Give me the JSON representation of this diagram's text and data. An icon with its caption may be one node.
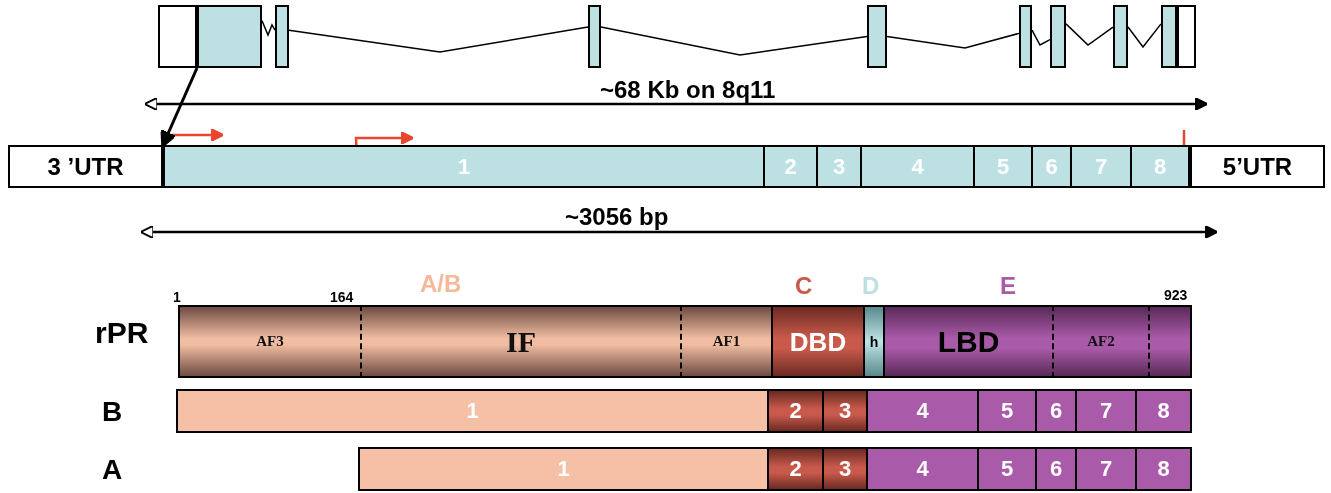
{
  "diagram": {
    "nodes": [
      {
        "text": [],
        "shape": "box"
      },
      {
        "text": [],
        "shape": "box"
      },
      {
        "text": [],
        "shape": "box"
      },
      {
        "text": [],
        "shape": "box"
      },
      {
        "text": [],
        "shape": "box"
      },
      {
        "text": [],
        "shape": "box"
      },
      {
        "text": [],
        "shape": "box"
      },
      {
        "text": [],
        "shape": "box"
      },
      {
        "text": [],
        "shape": "box"
      },
      {
        "text": [],
        "shape": "box"
      },
      {
        "text": [
          "3 ’UTR"
        ]
      },
      {
        "text": [
          "1"
        ]
      },
      {
        "text": [
          "2"
        ]
      },
      {
        "text": [
          "3"
        ]
      },
      {
        "text": [
          "4"
        ]
      },
      {
        "text": [
          "5"
        ]
      },
      {
        "text": [
          "6"
        ]
      },
      {
        "text": [
          "7"
        ]
      },
      {
        "text": [
          "8"
        ]
      },
      {
        "text": [
          "5’UTR"
        ]
      },
      {
        "text": [
          "AF3"
        ]
      },
      {
        "text": [
          "IF"
        ]
      },
      {
        "text": [
          "AF1"
        ]
      },
      {
        "text": [
          "DBD"
        ]
      },
      {
        "text": [
          "h"
        ]
      },
      {
        "text": [
          "LBD"
        ]
      },
      {
        "text": [
          "AF2"
        ]
      },
      {
        "text": [],
        "shape": "box"
      },
      {
        "text": [
          "1"
        ]
      },
      {
        "text": [
          "2"
        ]
      },
      {
        "text": [
          "3"
        ]
      },
      {
        "text": [
          "4"
        ]
      },
      {
        "text": [
          "5"
        ]
      },
      {
        "text": [
          "6"
        ]
      },
      {
        "text": [
          "7"
        ]
      },
      {
        "text": [
          "8"
        ]
      },
      {
        "text": [
          "1"
        ]
      },
      {
        "text": [
          "2"
        ]
      },
      {
        "text": [
          "3"
        ]
      },
      {
        "text": [
          "4"
        ]
      },
      {
        "text": [
          "5"
        ]
      },
      {
        "text": [
          "6"
        ]
      },
      {
        "text": [
          "7"
        ]
      },
      {
        "text": [
          "8"
        ]
      }
    ],
    "edges": [
      {
        "from": 1,
        "to": 11,
        "arrow": "to"
      },
      {
        "from": 1,
        "to": 2,
        "arrow": "none"
      },
      {
        "from": 2,
        "to": 3,
        "arrow": "none"
      },
      {
        "from": 3,
        "to": 4,
        "arrow": "none"
      },
      {
        "from": 4,
        "to": 5,
        "arrow": "none"
      },
      {
        "from": 5,
        "to": 6,
        "arrow": "none"
      },
      {
        "from": 6,
        "to": 7,
        "arrow": "none"
      },
      {
        "from": 7,
        "to": 8,
        "arrow": "none"
      }
    ],
    "labels": [
      "~68 Kb on 8q11",
      "~3056 bp",
      "1",
      "164",
      "A/B",
      "C",
      "D",
      "E",
      "923",
      "rPR",
      "B",
      "A"
    ]
  }
}
